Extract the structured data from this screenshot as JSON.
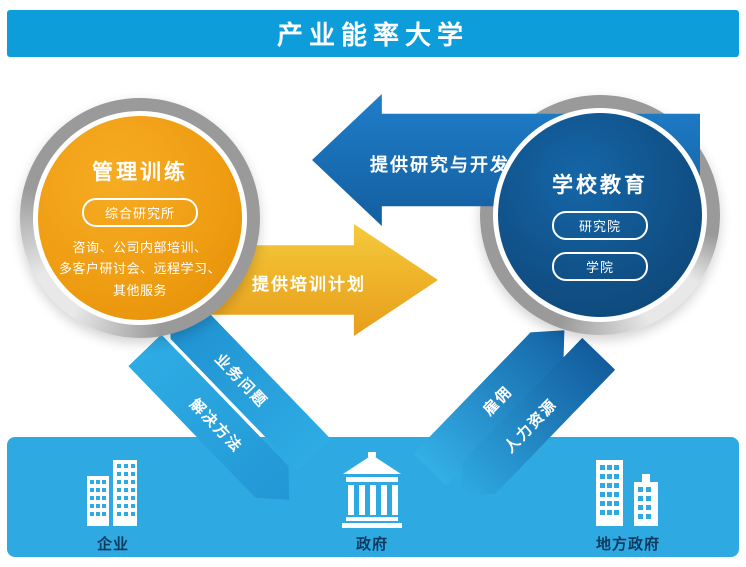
{
  "header": {
    "title": "产业能率大学"
  },
  "left_circle": {
    "title": "管理训练",
    "badge": "综合研究所",
    "description_lines": [
      "咨询、公司内部培训、",
      "多客户研讨会、远程学习、",
      "其他服务"
    ]
  },
  "right_circle": {
    "title": "学校教育",
    "badges": [
      "研究院",
      "学院"
    ]
  },
  "arrows": {
    "research_dev": "提供研究与开发",
    "training_plan": "提供培训计划",
    "business_problems": "业务问题",
    "solutions": "解决方法",
    "employment": "雇佣",
    "human_resources": "人力资源"
  },
  "bottom_bar": {
    "items": [
      {
        "label": "企业",
        "icon": "enterprise-buildings-icon"
      },
      {
        "label": "政府",
        "icon": "government-building-icon"
      },
      {
        "label": "地方政府",
        "icon": "local-government-buildings-icon"
      }
    ]
  },
  "colors": {
    "header_bg": "#0D9DDB",
    "bottom_bar_bg": "#2FA9E1",
    "left_circle_fill": "#EF9D13",
    "right_circle_fill": "#104F85",
    "research_arrow": "#1767AC",
    "training_arrow": "#EDAE24",
    "flow_ribbon": "#2BA9E2",
    "ring_gray": "#9A9A9A"
  }
}
